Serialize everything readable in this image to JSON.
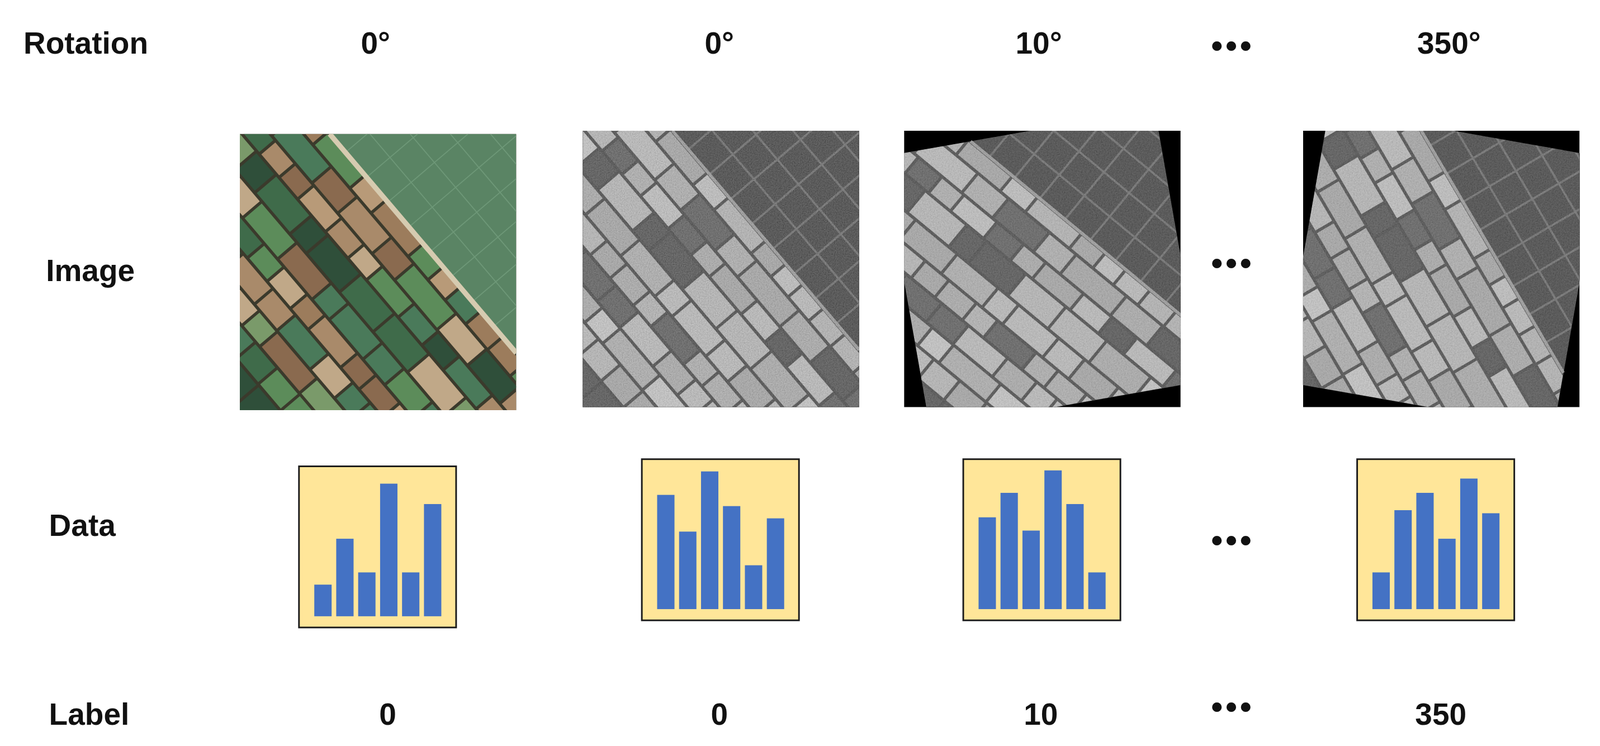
{
  "diagram": {
    "labels": [
      "Rotation",
      "0°",
      "0°",
      "10°",
      "•••",
      "350°",
      "Image",
      "•••",
      "Data",
      "•••",
      "Label",
      "0",
      "0",
      "10",
      "•••",
      "350"
    ]
  }
}
